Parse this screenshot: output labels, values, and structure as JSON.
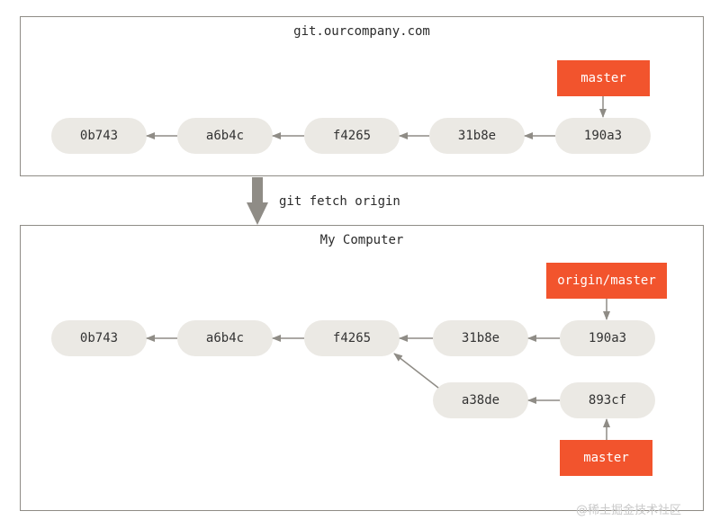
{
  "remote": {
    "title": "git.ourcompany.com",
    "commits": [
      "0b743",
      "a6b4c",
      "f4265",
      "31b8e",
      "190a3"
    ],
    "ref": "master"
  },
  "operation": {
    "label": "git fetch origin"
  },
  "local": {
    "title": "My Computer",
    "commits_main": [
      "0b743",
      "a6b4c",
      "f4265",
      "31b8e",
      "190a3"
    ],
    "commits_branch": [
      "a38de",
      "893cf"
    ],
    "remote_ref": "origin/master",
    "local_ref": "master"
  },
  "watermark": "@稀土掘金技术社区",
  "colors": {
    "ref": "#f2542d",
    "commit": "#ebe9e4",
    "arrow": "#8f8c86"
  }
}
